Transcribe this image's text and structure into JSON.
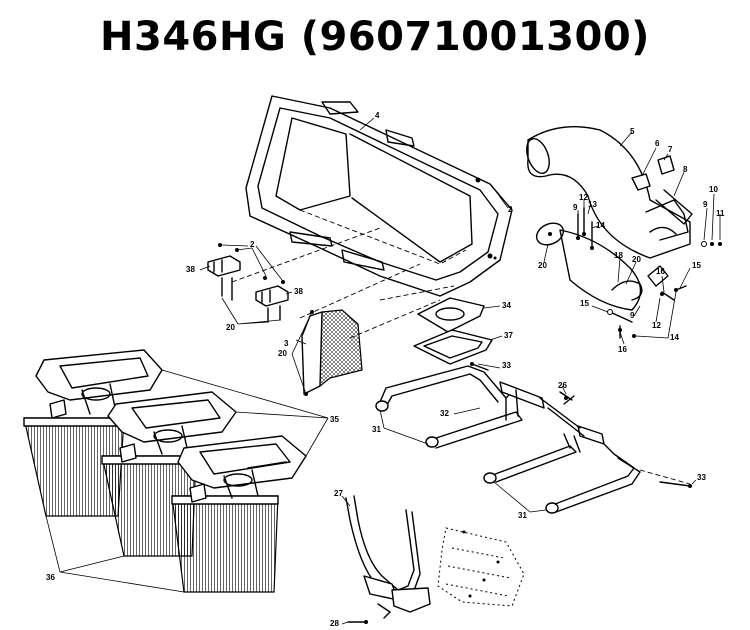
{
  "title": "H346HG (96071001300)",
  "callouts": {
    "c2a": "2",
    "c2b": "2",
    "c3": "3",
    "c4": "4",
    "c5": "5",
    "c6": "6",
    "c7": "7",
    "c8": "8",
    "c9a": "9",
    "c9b": "9",
    "c9c": "9",
    "c10": "10",
    "c11": "11",
    "c12a": "12",
    "c12b": "12",
    "c13": "13",
    "c14a": "14",
    "c14b": "14",
    "c15a": "15",
    "c15b": "15",
    "c16a": "16",
    "c16b": "16",
    "c18": "18",
    "c20a": "20",
    "c20b": "20",
    "c20c": "20",
    "c20d": "20",
    "c26": "26",
    "c27": "27",
    "c28": "28",
    "c31a": "31",
    "c31b": "31",
    "c32": "32",
    "c33a": "33",
    "c33b": "33",
    "c34": "34",
    "c35": "35",
    "c36": "36",
    "c37": "37",
    "c38a": "38",
    "c38b": "38"
  }
}
